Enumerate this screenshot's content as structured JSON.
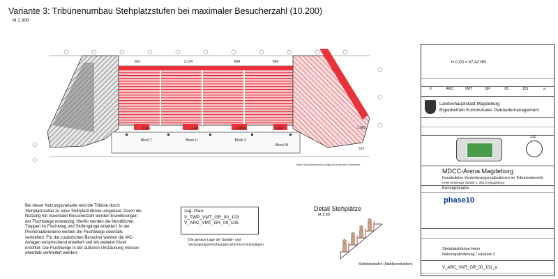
{
  "header": {
    "title": "Variante 3: Tribünenumbau Stehplatzstufen bei maximaler Besucherzahl (10.200)",
    "scale": "M 1:300"
  },
  "plan": {
    "dimensions": [
      "603",
      "2.114",
      "894",
      "894",
      "1.085",
      "312"
    ],
    "blocks": [
      "Block T",
      "Block U",
      "Block V",
      "Block W"
    ],
    "widths": [
      "2.400",
      "2.400",
      "2.400",
      "2.400"
    ],
    "note_line": "linke Stehplatzbereich aufgrund erforderl Sichtlinien",
    "colors": {
      "red": "#e8323a",
      "light_red": "#f6b8bb",
      "dark_gray": "#5a5a5a"
    }
  },
  "description": "Bei dieser Nutzungsvariante wird die Tribüne durch Stehplatzstufen zu einer Stehplatztribüne umgebaut. Durch die Nutzung mit maximaler Besucherzahl werden Erweiterungen der Fluchtwege notwendig. Hierfür werden die Mundlöcher, Treppen im Fluchtweg und Stufengänge erweitert. In der Promenadenebene werden die Fluchtwege ebenfalls verbreitert. Für die zusätzlichen Besucher werden die WC-Anlagen entsprechend erweitert und ein weiterer Kiosk errichtet. Die Fluchtwege in der äußeren Umzäunung müssen ebenfalls verbreitert werden.",
  "reference": {
    "label": "zug. Plan:",
    "items": [
      "V_TWP_VMT_GR_00_103",
      "V_ARC_VMT_GR_00_105"
    ]
  },
  "footnote": "Die genaue Lage der Sanitär- und Versorgungseinrichtungen sind noch festzulegen.",
  "detail": {
    "title": "Detail Stehplätze",
    "scale": "M 1:50",
    "label": "Stehplatzstufen (Stahlkonstruktion)"
  },
  "title_block": {
    "level": "+/-0,00 = 47,42 HN",
    "codes": [
      "V",
      "ARC",
      "VMT",
      "GR",
      "00",
      "101",
      "a"
    ],
    "client_line1": "Landeshauptstadt Magdeburg",
    "client_line2": "Eigenbetrieb Kommunales Gebäudemanagement",
    "north_value": "312",
    "project_title": "MDCC-Arena Magdeburg",
    "project_subtitle": "Konstruktive Veränderungsmaßnahmen im Tribünenbereich",
    "project_address": "Heinrichsberger Straße 1, 39114 Magdeburg",
    "phase_label": "Konzeptstudie",
    "architect_logo_a": "phase",
    "architect_logo_b": "10",
    "plan_title1": "Stehplatztribüne Heim",
    "plan_title2": "Nutzungsänderung / Variante 3",
    "plan_number": "V_ARC_VMT_GR_00_101_a"
  }
}
